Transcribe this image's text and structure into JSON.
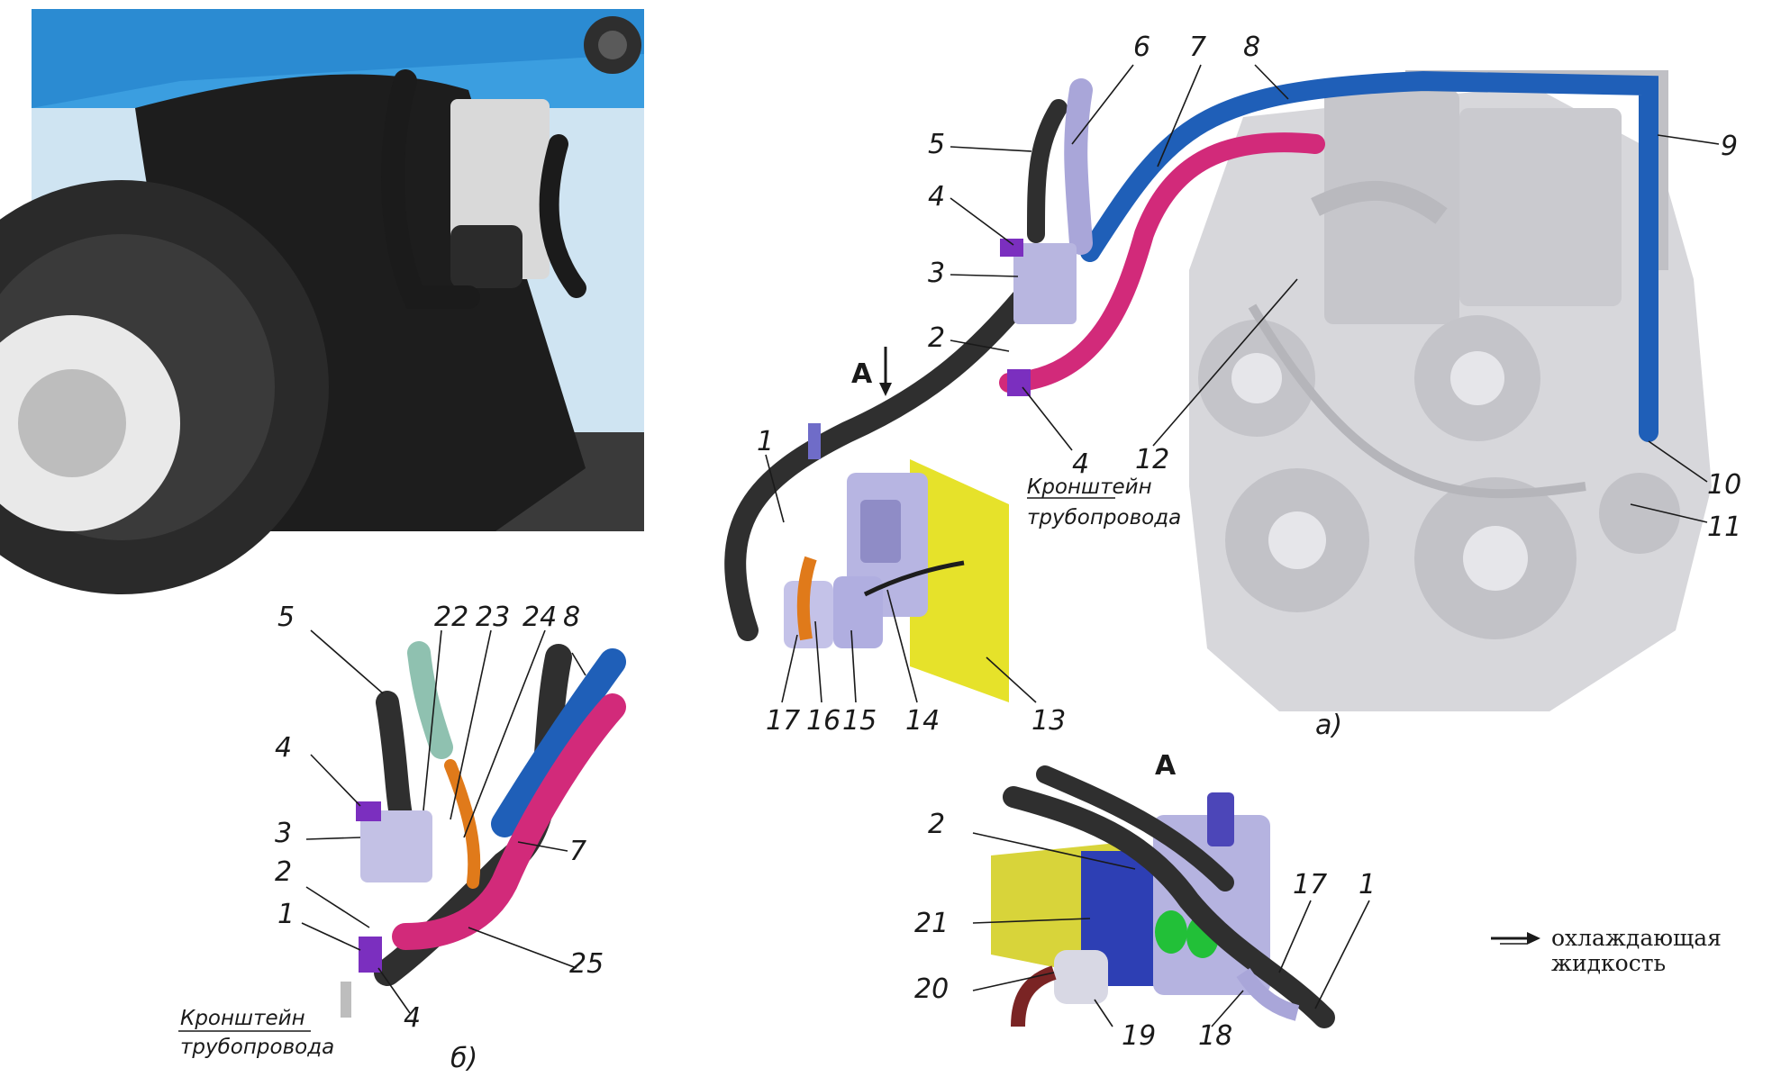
{
  "labels": {
    "a": [
      "1",
      "2",
      "3",
      "4",
      "4",
      "5",
      "6",
      "7",
      "8",
      "9",
      "10",
      "11",
      "12",
      "13",
      "14",
      "15",
      "16",
      "17"
    ],
    "b": [
      "1",
      "2",
      "3",
      "4",
      "4",
      "5",
      "7",
      "8",
      "22",
      "23",
      "24",
      "25"
    ],
    "detail": [
      "1",
      "2",
      "17",
      "18",
      "19",
      "20",
      "21"
    ]
  },
  "bracket_label_line1": "Кронштейн",
  "bracket_label_line2": "трубопровода",
  "view_marker": "A",
  "view_marker_detail": "A",
  "caption_a": "а)",
  "caption_b": "б)",
  "legend": {
    "line1": "охлаждающая",
    "line2": "жидкость"
  },
  "colors": {
    "hose_blue": "#1f5fb8",
    "hose_magenta": "#d22a7a",
    "hose_black": "#2f2f2f",
    "bracket_yellow": "#e6e22a",
    "heater_lilac": "#a9a6d9",
    "pump_orange": "#e07a1a",
    "engine_gray": "#cfcfd3",
    "fender_black": "#1d1d1d",
    "vehicle_blue": "#3b9ee0"
  }
}
